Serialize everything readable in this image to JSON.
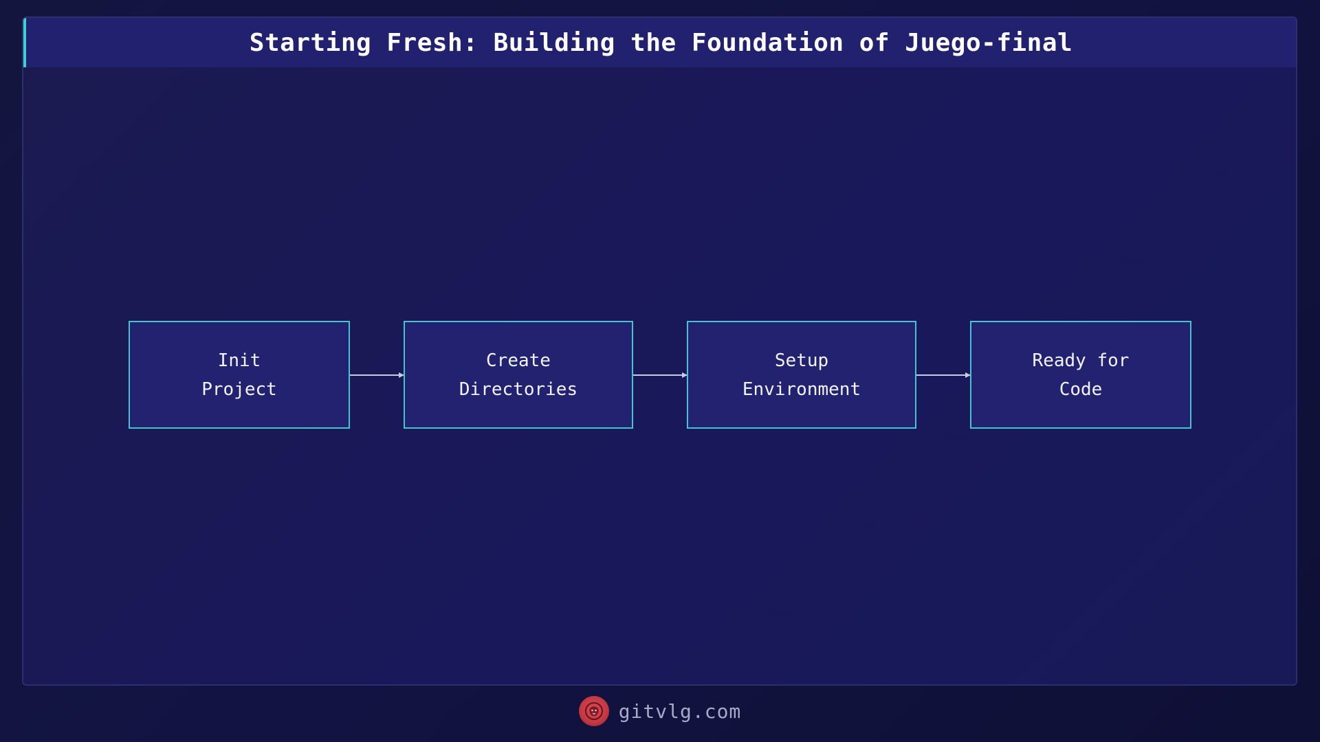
{
  "title": "Starting Fresh: Building the Foundation of Juego-final",
  "colors": {
    "background": "#13143f",
    "panel": "#1b1a52",
    "title_bar": "#22216f",
    "accent": "#3fd0cf",
    "node_fill": "#222271",
    "node_border": "#45c6cf",
    "arrow": "#c9cbe0",
    "logo": "#d9434b"
  },
  "diagram": {
    "type": "flowchart",
    "direction": "left-to-right",
    "nodes": [
      {
        "id": "init",
        "lines": [
          "Init",
          "Project"
        ]
      },
      {
        "id": "dirs",
        "lines": [
          "Create",
          "Directories"
        ]
      },
      {
        "id": "env",
        "lines": [
          "Setup",
          "Environment"
        ]
      },
      {
        "id": "ready",
        "lines": [
          "Ready for",
          "Code"
        ]
      }
    ],
    "edges": [
      {
        "from": "init",
        "to": "dirs"
      },
      {
        "from": "dirs",
        "to": "env"
      },
      {
        "from": "env",
        "to": "ready"
      }
    ]
  },
  "footer": {
    "site": "gitvlg.com",
    "logo_icon": "lion-logo-icon"
  }
}
